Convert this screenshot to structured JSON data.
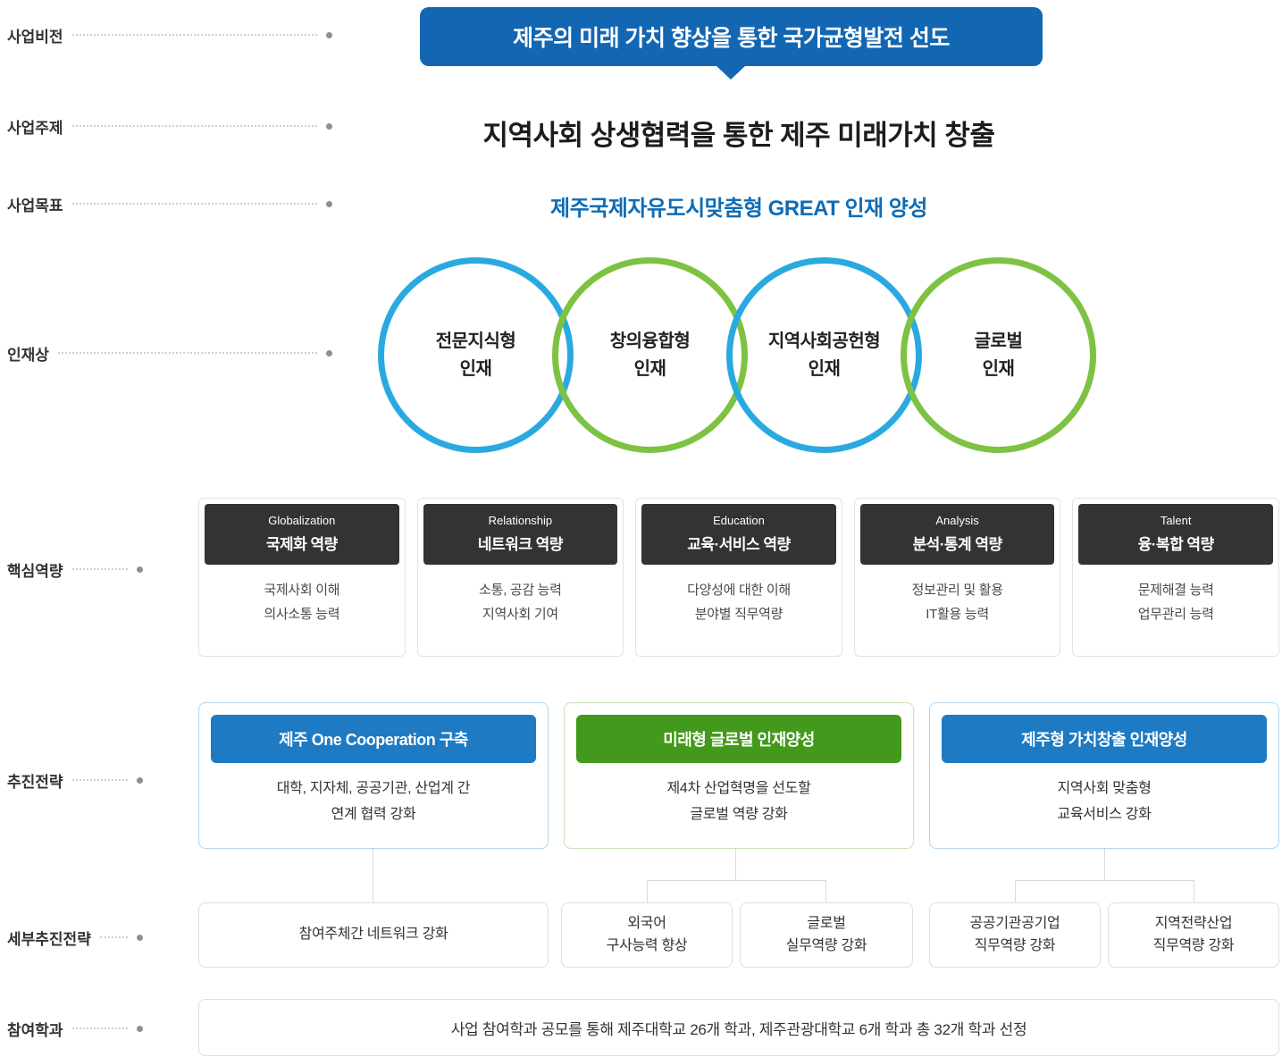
{
  "colors": {
    "brand_blue": "#1266b2",
    "goal_blue": "#0f6cb5",
    "circle_blue": "#2aa9e0",
    "circle_green": "#7dc242",
    "competency_header_dark": "#333333",
    "strategy_blue": "#1e7ac2",
    "strategy_green": "#43991b"
  },
  "rail": {
    "items": [
      {
        "label": "사업비전"
      },
      {
        "label": "사업주제"
      },
      {
        "label": "사업목표"
      },
      {
        "label": "인재상"
      },
      {
        "label": "핵심역량"
      },
      {
        "label": "추진전략"
      },
      {
        "label": "세부추진전략"
      },
      {
        "label": "참여학과"
      }
    ]
  },
  "vision": {
    "badge": "제주의 미래 가치 향상을 통한 국가균형발전 선도"
  },
  "theme": {
    "title": "지역사회 상생협력을 통한 제주 미래가치 창출"
  },
  "goal": {
    "title": "제주국제자유도시맞춤형 GREAT 인재 양성"
  },
  "talents": [
    {
      "line1": "전문지식형",
      "line2": "인재"
    },
    {
      "line1": "창의융합형",
      "line2": "인재"
    },
    {
      "line1": "지역사회공헌형",
      "line2": "인재"
    },
    {
      "line1": "글로벌",
      "line2": "인재"
    }
  ],
  "competencies": [
    {
      "en": "Globalization",
      "ko": "국제화 역량",
      "line1": "국제사회 이해",
      "line2": "의사소통 능력"
    },
    {
      "en": "Relationship",
      "ko": "네트워크 역량",
      "line1": "소통, 공감 능력",
      "line2": "지역사회 기여"
    },
    {
      "en": "Education",
      "ko": "교육·서비스 역량",
      "line1": "다양성에 대한 이해",
      "line2": "분야별 직무역량"
    },
    {
      "en": "Analysis",
      "ko": "분석·통계 역량",
      "line1": "정보관리 및 활용",
      "line2": "IT활용 능력"
    },
    {
      "en": "Talent",
      "ko": "융·복합 역량",
      "line1": "문제해결 능력",
      "line2": "업무관리 능력"
    }
  ],
  "strategies": [
    {
      "header": "제주 One Cooperation 구축",
      "line1": "대학, 지자체, 공공기관, 산업계 간",
      "line2": "연계 협력 강화"
    },
    {
      "header": "미래형 글로벌 인재양성",
      "line1": "제4차 산업혁명을 선도할",
      "line2": "글로벌 역량 강화"
    },
    {
      "header": "제주형 가치창출 인재양성",
      "line1": "지역사회 맞춤형",
      "line2": "교육서비스 강화"
    }
  ],
  "details": [
    {
      "line1": "참여주체간 네트워크 강화"
    },
    {
      "line1": "외국어",
      "line2": "구사능력 향상"
    },
    {
      "line1": "글로벌",
      "line2": "실무역량 강화"
    },
    {
      "line1": "공공기관공기업",
      "line2": "직무역량 강화"
    },
    {
      "line1": "지역전략산업",
      "line2": "직무역량 강화"
    }
  ],
  "departments": {
    "text": "사업 참여학과 공모를 통해 제주대학교 26개 학과, 제주관광대학교 6개 학과 총 32개 학과 선정"
  }
}
